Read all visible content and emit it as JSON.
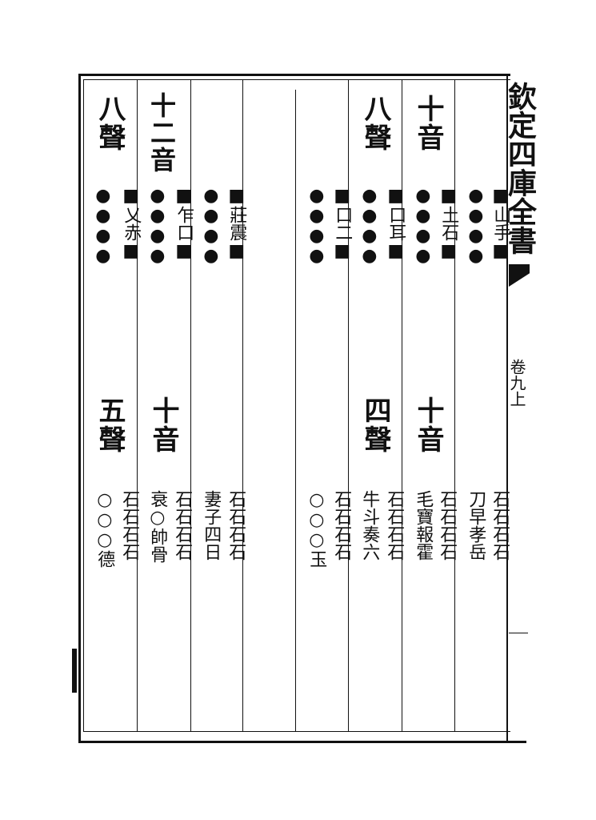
{
  "header": {
    "book_title": "欽定四庫全書",
    "volume": "卷九上"
  },
  "columns": [
    {
      "id": "c1",
      "top_title": "八聲",
      "marks": [
        "■ ●",
        "乂 ●",
        "赤 ●",
        "■ ●"
      ],
      "bottom_title": "五聲",
      "chars": [
        "石○",
        "石○",
        "石○",
        "石德"
      ]
    },
    {
      "id": "c2",
      "top_title": "十二音",
      "marks": [
        "■ ●",
        "乍 ●",
        "口 ●",
        "■ ●"
      ],
      "bottom_title": "十音",
      "chars": [
        "石衰",
        "石○",
        "石帥",
        "石骨"
      ]
    },
    {
      "id": "c3",
      "top_title": "",
      "marks": [
        "■ ●",
        "莊 ●",
        "震 ●",
        "■ ●"
      ],
      "bottom_title": "",
      "chars": [
        "石妻",
        "石子",
        "石四",
        "石日"
      ]
    },
    {
      "id": "c4",
      "top_title": "",
      "marks": [
        "",
        "",
        "",
        ""
      ],
      "bottom_title": "",
      "chars": [
        "",
        "",
        "",
        ""
      ]
    },
    {
      "id": "c5",
      "top_title": "",
      "marks": [
        "■ ●",
        "口 ●",
        "二 ●",
        "■ ●"
      ],
      "bottom_title": "",
      "chars": [
        "石○",
        "石○",
        "石○",
        "石玉"
      ]
    },
    {
      "id": "c6",
      "top_title": "八聲",
      "marks": [
        "■ ●",
        "口 ●",
        "耳 ●",
        "■ ●"
      ],
      "bottom_title": "四聲",
      "chars": [
        "石牛",
        "石斗",
        "石奏",
        "石六"
      ]
    },
    {
      "id": "c7",
      "top_title": "十音",
      "marks": [
        "■ ●",
        "土 ●",
        "石 ●",
        "■ ●"
      ],
      "bottom_title": "十音",
      "chars": [
        "石毛",
        "石寶",
        "石報",
        "石霍"
      ]
    },
    {
      "id": "c8",
      "top_title": "",
      "marks": [
        "■ ●",
        "山 ●",
        "手 ●",
        "■ ●"
      ],
      "bottom_title": "",
      "chars": [
        "石刀",
        "石早",
        "石孝",
        "石岳"
      ]
    }
  ]
}
